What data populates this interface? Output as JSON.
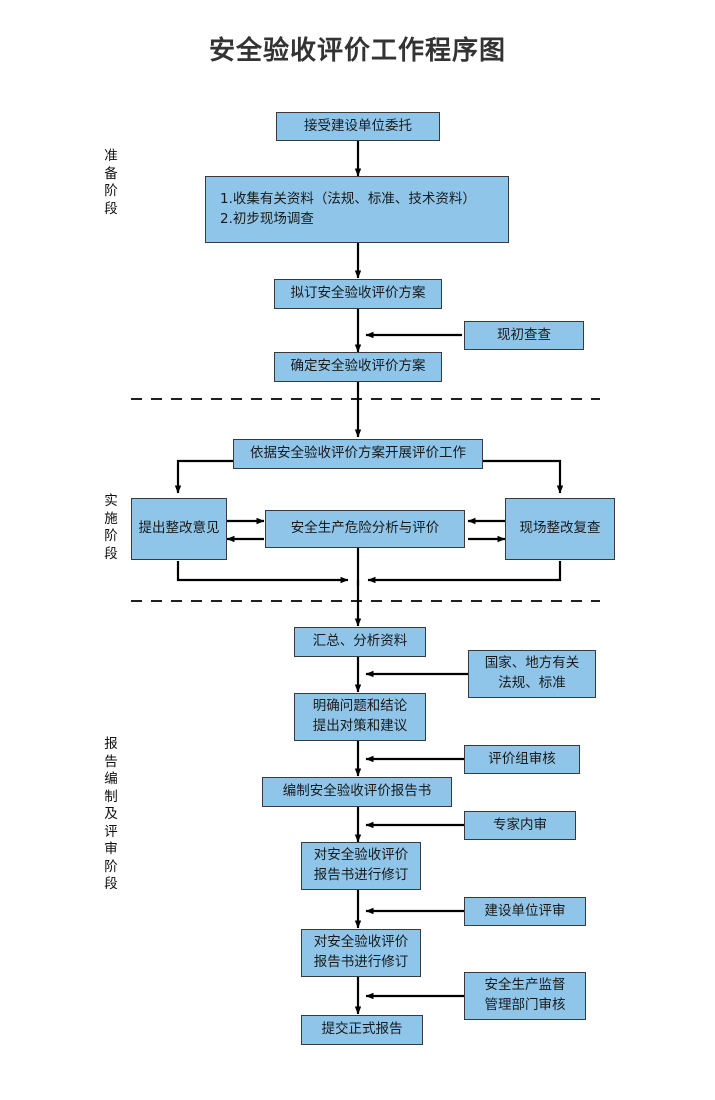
{
  "title": "安全验收评价工作程序图",
  "colors": {
    "box_fill": "#8EC5E9",
    "box_border": "#3A3A3A",
    "line": "#000000",
    "title_text": "#333333",
    "background": "#FFFFFF"
  },
  "stages": [
    {
      "id": "preparation",
      "label_chars": [
        "准",
        "备",
        "阶",
        "段"
      ],
      "label": "准备阶段"
    },
    {
      "id": "implementation",
      "label_chars": [
        "实",
        "施",
        "阶",
        "段"
      ],
      "label": "实施阶段"
    },
    {
      "id": "report",
      "label_chars": [
        "报",
        "告",
        "编",
        "制",
        "及",
        "评",
        "审",
        "阶",
        "段"
      ],
      "label": "报告编制及评审阶段"
    }
  ],
  "nodes": {
    "accept_commission": {
      "lines": [
        "接受建设单位委托"
      ]
    },
    "collect_data": {
      "lines": [
        "1.收集有关资料（法规、标准、技术资料）",
        "2.初步现场调查"
      ]
    },
    "draft_plan": {
      "lines": [
        "拟订安全验收评价方案"
      ]
    },
    "preliminary_check": {
      "lines": [
        "现初查查"
      ]
    },
    "confirm_plan": {
      "lines": [
        "确定安全验收评价方案"
      ]
    },
    "carry_out_evaluation": {
      "lines": [
        "依据安全验收评价方案开展评价工作"
      ]
    },
    "rectification_opinion": {
      "lines": [
        "提出整改意见"
      ]
    },
    "hazard_analysis": {
      "lines": [
        "安全生产危险分析与评价"
      ]
    },
    "onsite_recheck": {
      "lines": [
        "现场整改复查"
      ]
    },
    "summarize_analyze": {
      "lines": [
        "汇总、分析资料"
      ]
    },
    "national_local_regs": {
      "lines": [
        "国家、地方有关",
        "法规、标准"
      ]
    },
    "clarify_conclusions": {
      "lines": [
        "明确问题和结论",
        "提出对策和建议"
      ]
    },
    "review_group": {
      "lines": [
        "评价组审核"
      ]
    },
    "compile_report": {
      "lines": [
        "编制安全验收评价报告书"
      ]
    },
    "expert_internal_review": {
      "lines": [
        "专家内审"
      ]
    },
    "revise_report_1": {
      "lines": [
        "对安全验收评价",
        "报告书进行修订"
      ]
    },
    "construction_unit_review": {
      "lines": [
        "建设单位评审"
      ]
    },
    "revise_report_2": {
      "lines": [
        "对安全验收评价",
        "报告书进行修订"
      ]
    },
    "safety_supervision_review": {
      "lines": [
        "安全生产监督",
        "管理部门审核"
      ]
    },
    "submit_final_report": {
      "lines": [
        "提交正式报告"
      ]
    }
  }
}
